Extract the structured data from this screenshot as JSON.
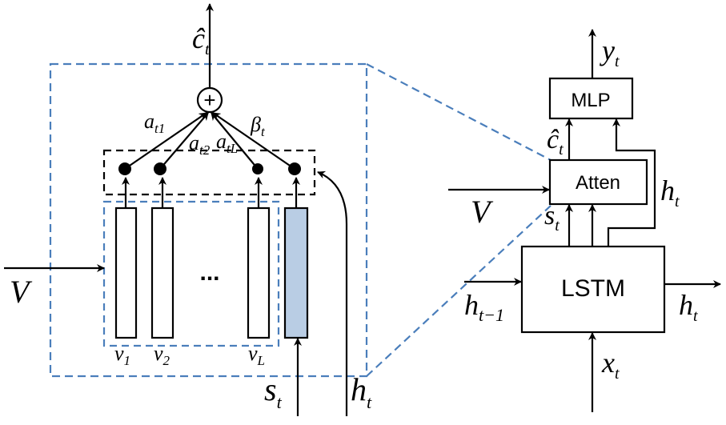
{
  "left": {
    "output_label": "ĉ",
    "output_sub": "t",
    "sum_symbol": "+",
    "weights": [
      {
        "base": "a",
        "sub": "t1"
      },
      {
        "base": "a",
        "sub": "t2"
      },
      {
        "base": "a",
        "sub": "tL"
      },
      {
        "base": "β",
        "sub": "t"
      }
    ],
    "ellipsis": "...",
    "features": [
      {
        "base": "v",
        "sub": "1"
      },
      {
        "base": "v",
        "sub": "2"
      },
      {
        "base": "v",
        "sub": "L"
      }
    ],
    "input_V": "V",
    "state_s": {
      "base": "s",
      "sub": "t"
    },
    "hidden_h": {
      "base": "h",
      "sub": "t"
    }
  },
  "right": {
    "mlp": "MLP",
    "atten": "Atten",
    "lstm": "LSTM",
    "y": {
      "base": "y",
      "sub": "t"
    },
    "c": {
      "base": "ĉ",
      "sub": "t"
    },
    "V": "V",
    "s": {
      "base": "s",
      "sub": "t"
    },
    "h_loop": {
      "base": "h",
      "sub": "t"
    },
    "h_prev": {
      "base": "h",
      "sub": "t−1"
    },
    "h_out": {
      "base": "h",
      "sub": "t"
    },
    "x": {
      "base": "x",
      "sub": "t"
    }
  },
  "colors": {
    "dashed_blue": "#4a7ebb",
    "filled_bar": "#b9cde4"
  }
}
